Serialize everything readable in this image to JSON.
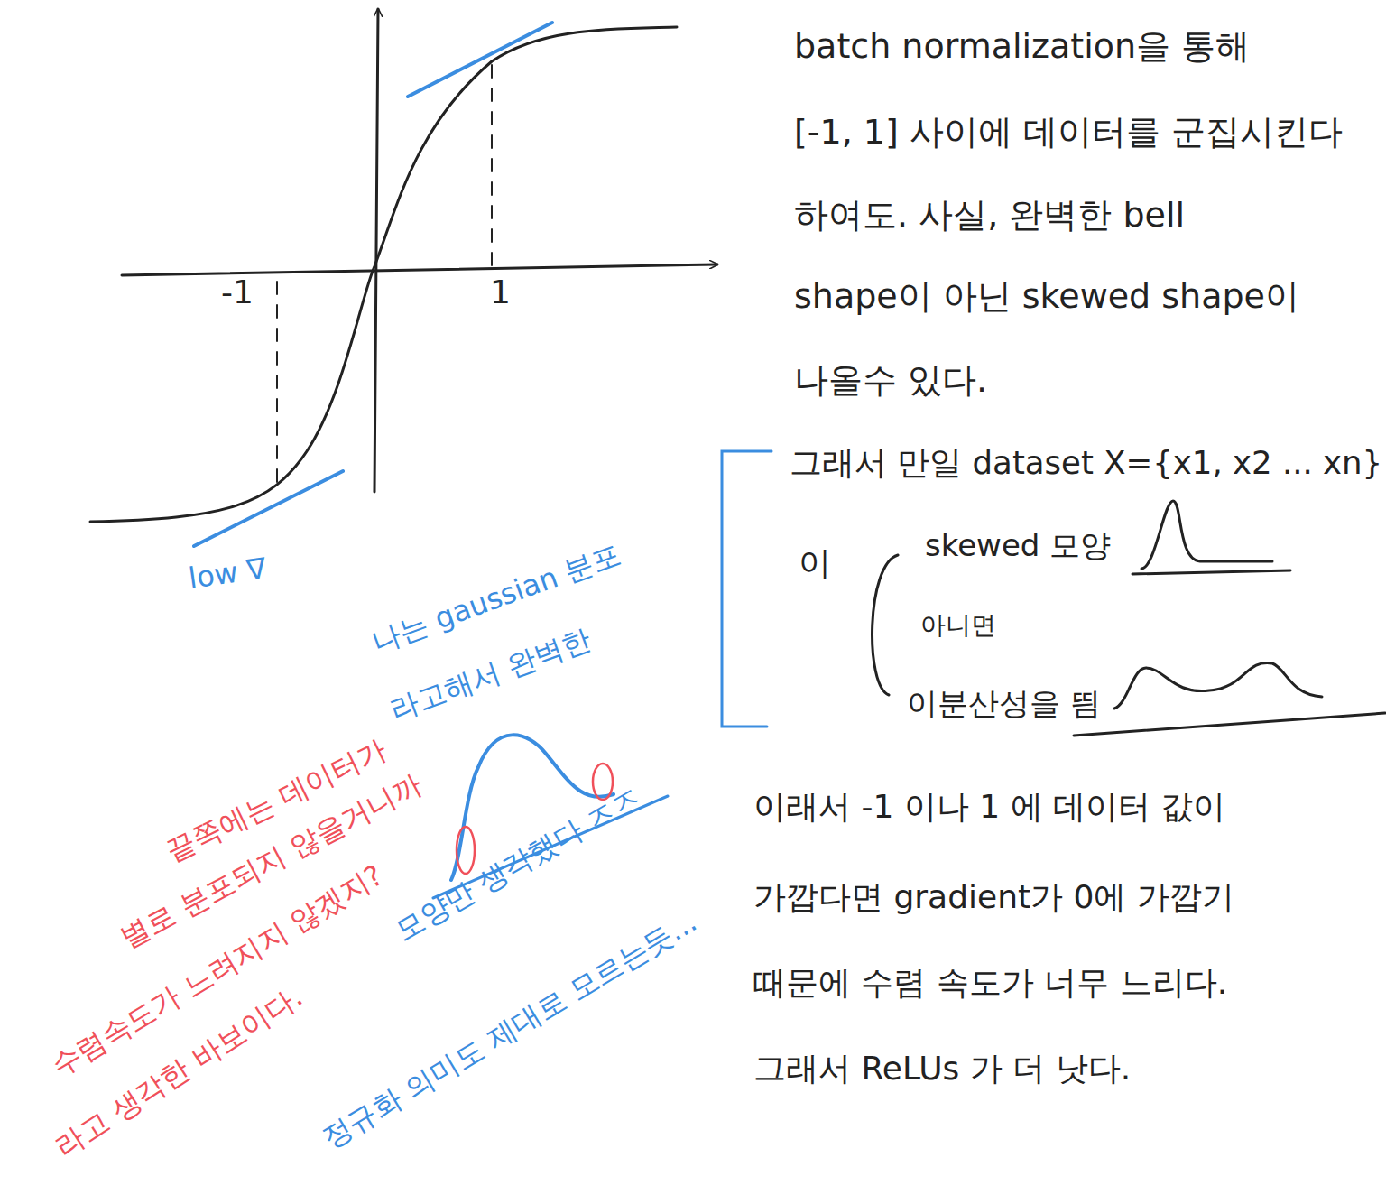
{
  "diagram": {
    "labels": [
      "-1",
      "1",
      "low ∇",
      "batch normalization을 통해",
      "[-1, 1] 사이에 데이터를 군집시킨다",
      "하여도. 사실, 완벽한 bell",
      "shape이 아닌 skewed shape이",
      "나올수 있다.",
      "그래서 만일 dataset X={x1, x2 ... xn}",
      "이",
      "skewed 모양",
      "아니면",
      "이분산성을 띔",
      "이래서 -1 이나 1 에 데이터 값이",
      "가깝다면 gradient가 0에 가깝기",
      "때문에 수렴 속도가 너무 느리다.",
      "그래서 ReLUs 가 더 낫다.",
      "나는 gaussian 분포",
      "라고해서 완벽한",
      "모양만 생각했다 ㅈㅈ",
      "정규화 의미도 제대로 모르는듯...",
      "끝쪽에는 데이터가",
      "별로 분포되지 않을거니까",
      "수렴속도가 느려지지 않겠지?",
      "라고 생각한 바보이다."
    ]
  }
}
